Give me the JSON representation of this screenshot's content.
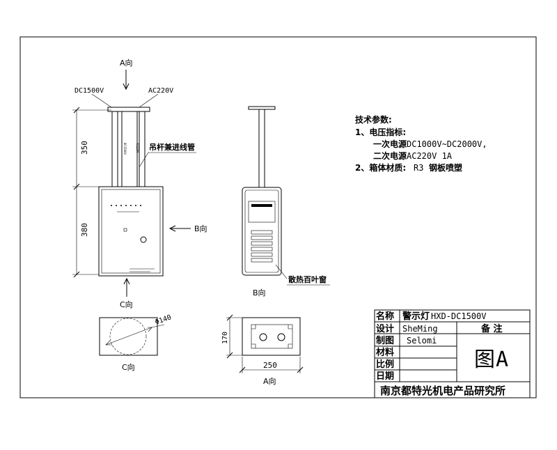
{
  "views": {
    "a_dir_top": "A向",
    "b_dir_arrow": "B向",
    "c_dir_arrow": "C向",
    "b_view_label": "B向",
    "c_view_label": "C向",
    "a_view_label": "A向"
  },
  "front_view": {
    "left_pipe_label": "DC1500V",
    "right_pipe_label": "AC220V",
    "pipe_note": "吊杆兼进线管",
    "dim_upper": "350",
    "dim_lower": "380"
  },
  "side_view": {
    "louver_note": "散热百叶窗"
  },
  "bottom_views": {
    "diameter": "Φ140",
    "height_dim": "170",
    "width_dim": "250"
  },
  "tech": {
    "title": "技术参数:",
    "line1": "1、电压指标:",
    "line2_prefix": "一次电源",
    "line2_value": "DC1000V~DC2000V,",
    "line3_prefix": "二次电源",
    "line3_value": "AC220V 1A",
    "line4_prefix": "2、箱体材质:",
    "line4_value": "R3",
    "line4_suffix": "钢板喷塑"
  },
  "title_block": {
    "name_label": "名称",
    "name_value": "警示灯",
    "model_value": "HXD-DC1500V",
    "design_label": "设计",
    "design_value": "SheMing",
    "draw_label": "制图",
    "draw_value": "Selomi",
    "material_label": "材料",
    "scale_label": "比例",
    "date_label": "日期",
    "remark_label": "备 注",
    "figure_prefix": "图",
    "figure_suffix": "A",
    "institute": "南京都特光机电产品研究所"
  }
}
